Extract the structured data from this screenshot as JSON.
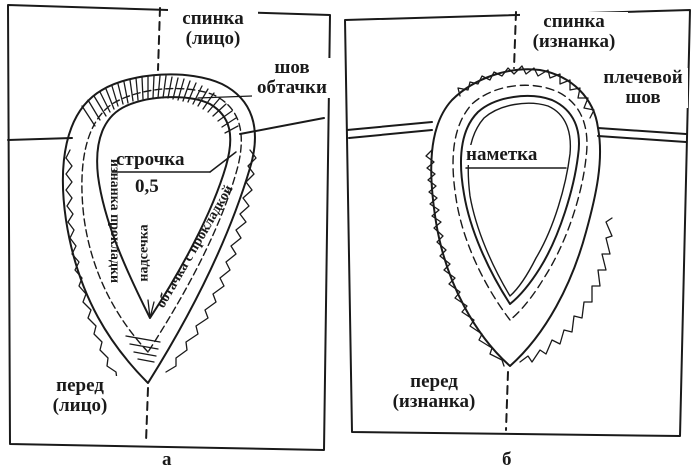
{
  "panel_a": {
    "back_label": [
      "спинка",
      "(лицо)"
    ],
    "seam_label": [
      "шов",
      "обтачки"
    ],
    "stitch_label": "строчка",
    "stitch_value": "0,5",
    "interfacing_wrong_side": "изнанка прокладки",
    "notch_label": "надсечка",
    "facing_label": "обтачка с прокладкой",
    "front_label": [
      "перед",
      "(лицо)"
    ],
    "panel_letter": "а"
  },
  "panel_b": {
    "back_label": [
      "спинка",
      "(изнанка)"
    ],
    "shoulder_seam_label": [
      "плечевой",
      "шов"
    ],
    "basting_label": "наметка",
    "front_label": [
      "перед",
      "(изнанка)"
    ],
    "panel_letter": "б"
  }
}
